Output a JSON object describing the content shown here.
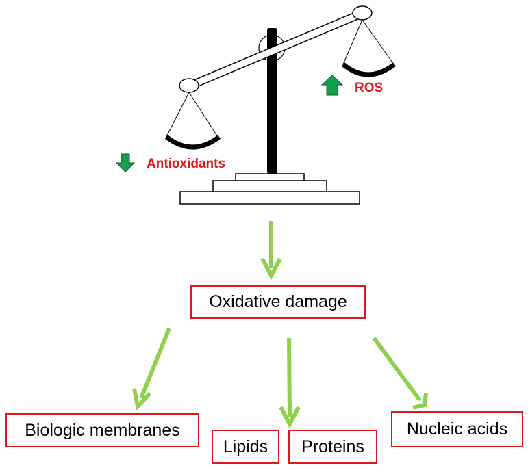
{
  "diagram": {
    "balance": {
      "left_label": "Antioxidants",
      "right_label": "ROS"
    },
    "central_node": "Oxidative damage",
    "targets": [
      {
        "label": "Biologic membranes"
      },
      {
        "label": "Lipids"
      },
      {
        "label": "Proteins"
      },
      {
        "label": "Nucleic acids"
      }
    ]
  },
  "colors": {
    "label_red": "#e4141b",
    "box_border": "#d9191c",
    "arrow_green": "#8fd14f",
    "indicator_green": "#12a14b"
  },
  "icons": {
    "left_indicator": "arrow-down-icon",
    "right_indicator": "arrow-up-icon"
  }
}
